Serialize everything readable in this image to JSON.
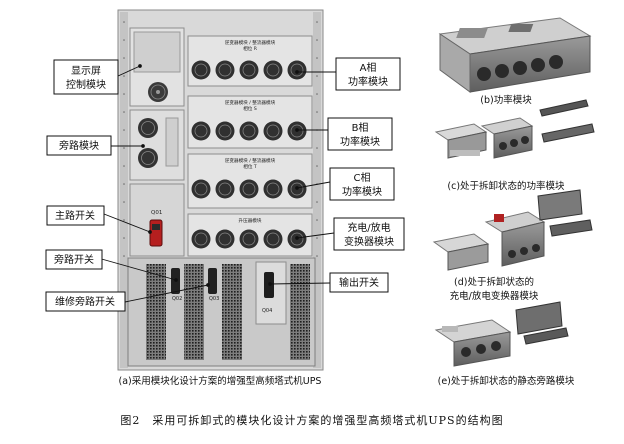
{
  "callouts": {
    "display": [
      "显示屏",
      "控制模块"
    ],
    "bypass_module": "旁路模块",
    "main_switch": "主路开关",
    "bypass_switch": "旁路开关",
    "maintenance_bypass_switch": "维修旁路开关",
    "phase_a": [
      "A相",
      "功率模块"
    ],
    "phase_b": [
      "B相",
      "功率模块"
    ],
    "phase_c": [
      "C相",
      "功率模块"
    ],
    "charger": [
      "充电/放电",
      "变换器模块"
    ],
    "output_switch": "输出开关"
  },
  "cabinet_labels": {
    "module_a_title": "逆变器模块 / 整流器模块",
    "module_a_sub": "相位 R",
    "module_b_title": "逆变器模块 / 整流器模块",
    "module_b_sub": "相位 S",
    "module_c_title": "逆变器模块 / 整流器模块",
    "module_c_sub": "相位 T",
    "module_d_title": "升压器模块",
    "q01": "Q01",
    "q02": "Q02",
    "q03": "Q03",
    "q04": "Q04"
  },
  "captions": {
    "a": "(a)采用模块化设计方案的增强型高频塔式机UPS",
    "b": "(b)功率模块",
    "c": "(c)处于拆卸状态的功率模块",
    "d": [
      "(d)处于拆卸状态的",
      "充电/放电变换器模块"
    ],
    "e": "(e)处于拆卸状态的静态旁路模块"
  },
  "figure_caption": "图2　采用可拆卸式的模块化设计方案的增强型高频塔式机UPS的结构图"
}
